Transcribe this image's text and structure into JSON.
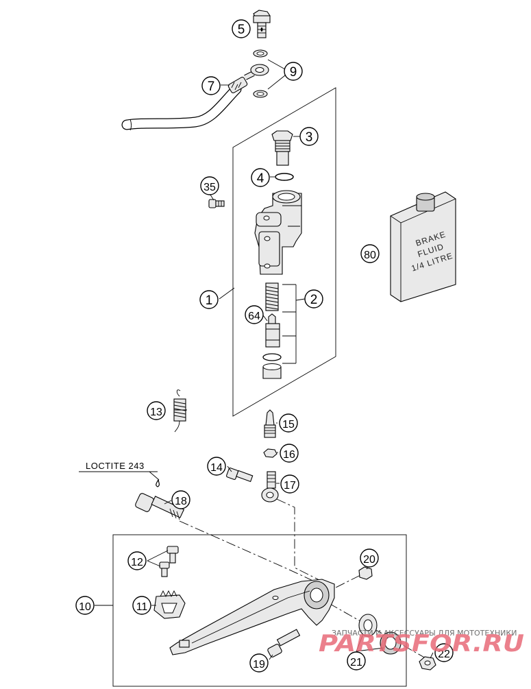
{
  "callouts": [
    {
      "id": "c5",
      "text": "5"
    },
    {
      "id": "c9",
      "text": "9"
    },
    {
      "id": "c7",
      "text": "7"
    },
    {
      "id": "c3",
      "text": "3"
    },
    {
      "id": "c4",
      "text": "4"
    },
    {
      "id": "c35",
      "text": "35"
    },
    {
      "id": "c80",
      "text": "80"
    },
    {
      "id": "c1",
      "text": "1"
    },
    {
      "id": "c2",
      "text": "2"
    },
    {
      "id": "c64",
      "text": "64"
    },
    {
      "id": "c13",
      "text": "13"
    },
    {
      "id": "c15",
      "text": "15"
    },
    {
      "id": "c16",
      "text": "16"
    },
    {
      "id": "c14",
      "text": "14"
    },
    {
      "id": "c17",
      "text": "17"
    },
    {
      "id": "c18",
      "text": "18"
    },
    {
      "id": "c20",
      "text": "20"
    },
    {
      "id": "c12",
      "text": "12"
    },
    {
      "id": "c10",
      "text": "10"
    },
    {
      "id": "c11",
      "text": "11"
    },
    {
      "id": "c19",
      "text": "19"
    },
    {
      "id": "c21",
      "text": "21"
    },
    {
      "id": "c22",
      "text": "22"
    }
  ],
  "loctite_label": "LOCTITE 243",
  "brake_fluid_can": {
    "line1": "BRAKE",
    "line2": "FLUID",
    "line3": "1/4 LITRE"
  },
  "watermark": {
    "subtitle": "ЗАПЧАСТИ И АКСЕССУАРЫ ДЛЯ МОТОТЕХНИКИ",
    "brand": "PARTSFOR.RU"
  },
  "colors": {
    "line": "#000000",
    "part_fill": "#e9e9e9",
    "watermark_brand": "#e86b78"
  }
}
